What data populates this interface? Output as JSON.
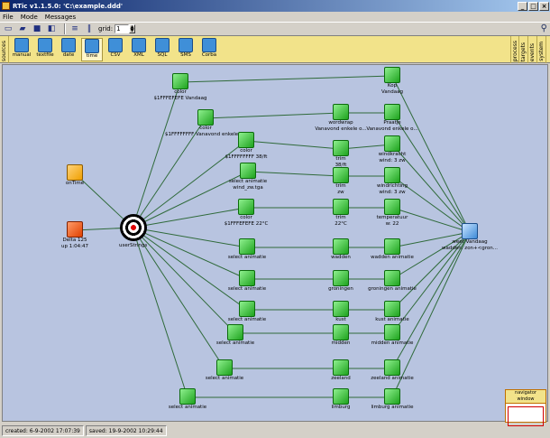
{
  "window": {
    "title": "RTic v1.1.5.0: 'C:\\example.ddd'"
  },
  "menu": [
    "File",
    "Mode",
    "Messages"
  ],
  "toolbar": {
    "grid_label": "grid:",
    "grid_value": "1"
  },
  "palette": {
    "left_tab": "sources",
    "right_tabs": [
      "process",
      "targets",
      "events",
      "system"
    ],
    "items": [
      {
        "label": "manual",
        "icon": "manual-icon"
      },
      {
        "label": "textfile",
        "icon": "textfile-icon"
      },
      {
        "label": "date",
        "icon": "date-icon"
      },
      {
        "label": "time",
        "icon": "time-icon",
        "selected": true
      },
      {
        "label": "CSV",
        "icon": "csv-icon"
      },
      {
        "label": "XML",
        "icon": "xml-icon"
      },
      {
        "label": "SQL",
        "icon": "sql-icon"
      },
      {
        "label": "SMS",
        "icon": "sms-icon"
      },
      {
        "label": "Corba",
        "icon": "corba-icon"
      }
    ]
  },
  "nodes": {
    "ontime": {
      "l1": "onTime",
      "l2": ""
    },
    "delta": {
      "l1": "Delta 125",
      "l2": "up 1:04:47"
    },
    "userstrings": {
      "l1": "userStrings",
      "l2": ""
    },
    "c1": {
      "l1": "color",
      "l2": "$1FFFEFEFE Vandaag"
    },
    "c2": {
      "l1": "color",
      "l2": "$1FFFFFFFF Vanavond enkele o..."
    },
    "c3": {
      "l1": "color",
      "l2": "$1FFFFFFFF 38/ft"
    },
    "c4": {
      "l1": "select animatie",
      "l2": "wind_zw.tga"
    },
    "c5": {
      "l1": "color",
      "l2": "$1FFFEFEFE 22°C"
    },
    "c6": {
      "l1": "select animatie",
      "l2": ""
    },
    "c7": {
      "l1": "select animatie",
      "l2": ""
    },
    "c8": {
      "l1": "select animatie",
      "l2": ""
    },
    "c9": {
      "l1": "select animatie",
      "l2": ""
    },
    "c10": {
      "l1": "select animatie",
      "l2": ""
    },
    "c11": {
      "l1": "select animatie",
      "l2": ""
    },
    "m2": {
      "l1": "wordwrap",
      "l2": "Vanavond enkele o..."
    },
    "m3": {
      "l1": "trim",
      "l2": "38/ft"
    },
    "m4": {
      "l1": "trim",
      "l2": "zw"
    },
    "m5": {
      "l1": "trim",
      "l2": "22°C"
    },
    "m6": {
      "l1": "wadden",
      "l2": ""
    },
    "m7": {
      "l1": "groningen",
      "l2": ""
    },
    "m8": {
      "l1": "kust",
      "l2": ""
    },
    "m9": {
      "l1": "midden",
      "l2": ""
    },
    "m10": {
      "l1": "zeeland",
      "l2": ""
    },
    "m11": {
      "l1": "limburg",
      "l2": ""
    },
    "r1": {
      "l1": "Kop",
      "l2": "Vandaag"
    },
    "r2": {
      "l1": "Praatje",
      "l2": "Vanavond enkele o..."
    },
    "r3": {
      "l1": "windkracht",
      "l2": "wind: 3 zw"
    },
    "r4": {
      "l1": "windrichting",
      "l2": "wind: 3 zw"
    },
    "r5": {
      "l1": "temperatuur",
      "l2": "w: 22"
    },
    "r6": {
      "l1": "wadden animatie",
      "l2": ""
    },
    "r7": {
      "l1": "groningen animatie",
      "l2": ""
    },
    "r8": {
      "l1": "kust animatie",
      "l2": ""
    },
    "r9": {
      "l1": "midden animatie",
      "l2": ""
    },
    "r10": {
      "l1": "zeeland animatie",
      "l2": ""
    },
    "r11": {
      "l1": "limburg animatie",
      "l2": ""
    },
    "weer": {
      "l1": "weer Vandaag",
      "l2": "wadden: zon+<gron..."
    }
  },
  "navigator": {
    "title": "navigator window"
  },
  "status": {
    "created": "created: 6-9-2002 17:07:39",
    "saved": "saved: 19-9-2002 10:29:44"
  },
  "colors": {
    "canvas": "#b8c4e0",
    "edge": "#2f6a3a",
    "palette": "#f2e38a"
  }
}
